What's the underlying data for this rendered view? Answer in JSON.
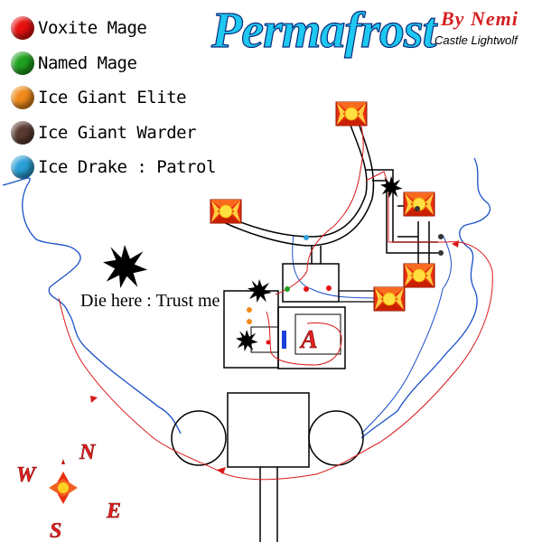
{
  "title": "Permafrost",
  "author": "By Nemi",
  "guild": "Castle Lightwolf",
  "legend": [
    {
      "label": "Voxite Mage",
      "color": "#e81010"
    },
    {
      "label": "Named Mage",
      "color": "#1ea01e"
    },
    {
      "label": "Ice Giant Elite",
      "color": "#f08a1a"
    },
    {
      "label": "Ice Giant Warder",
      "color": "#5a3a30"
    },
    {
      "label": "Ice Drake : Patrol",
      "color": "#2aa0d8"
    }
  ],
  "annotation": "Die here : Trust me",
  "compass": {
    "n": "N",
    "e": "E",
    "s": "S",
    "w": "W"
  },
  "room_marker": "A",
  "colors": {
    "route": "#d81818",
    "patrol": "#1a50c8",
    "marker": "#e83010"
  }
}
